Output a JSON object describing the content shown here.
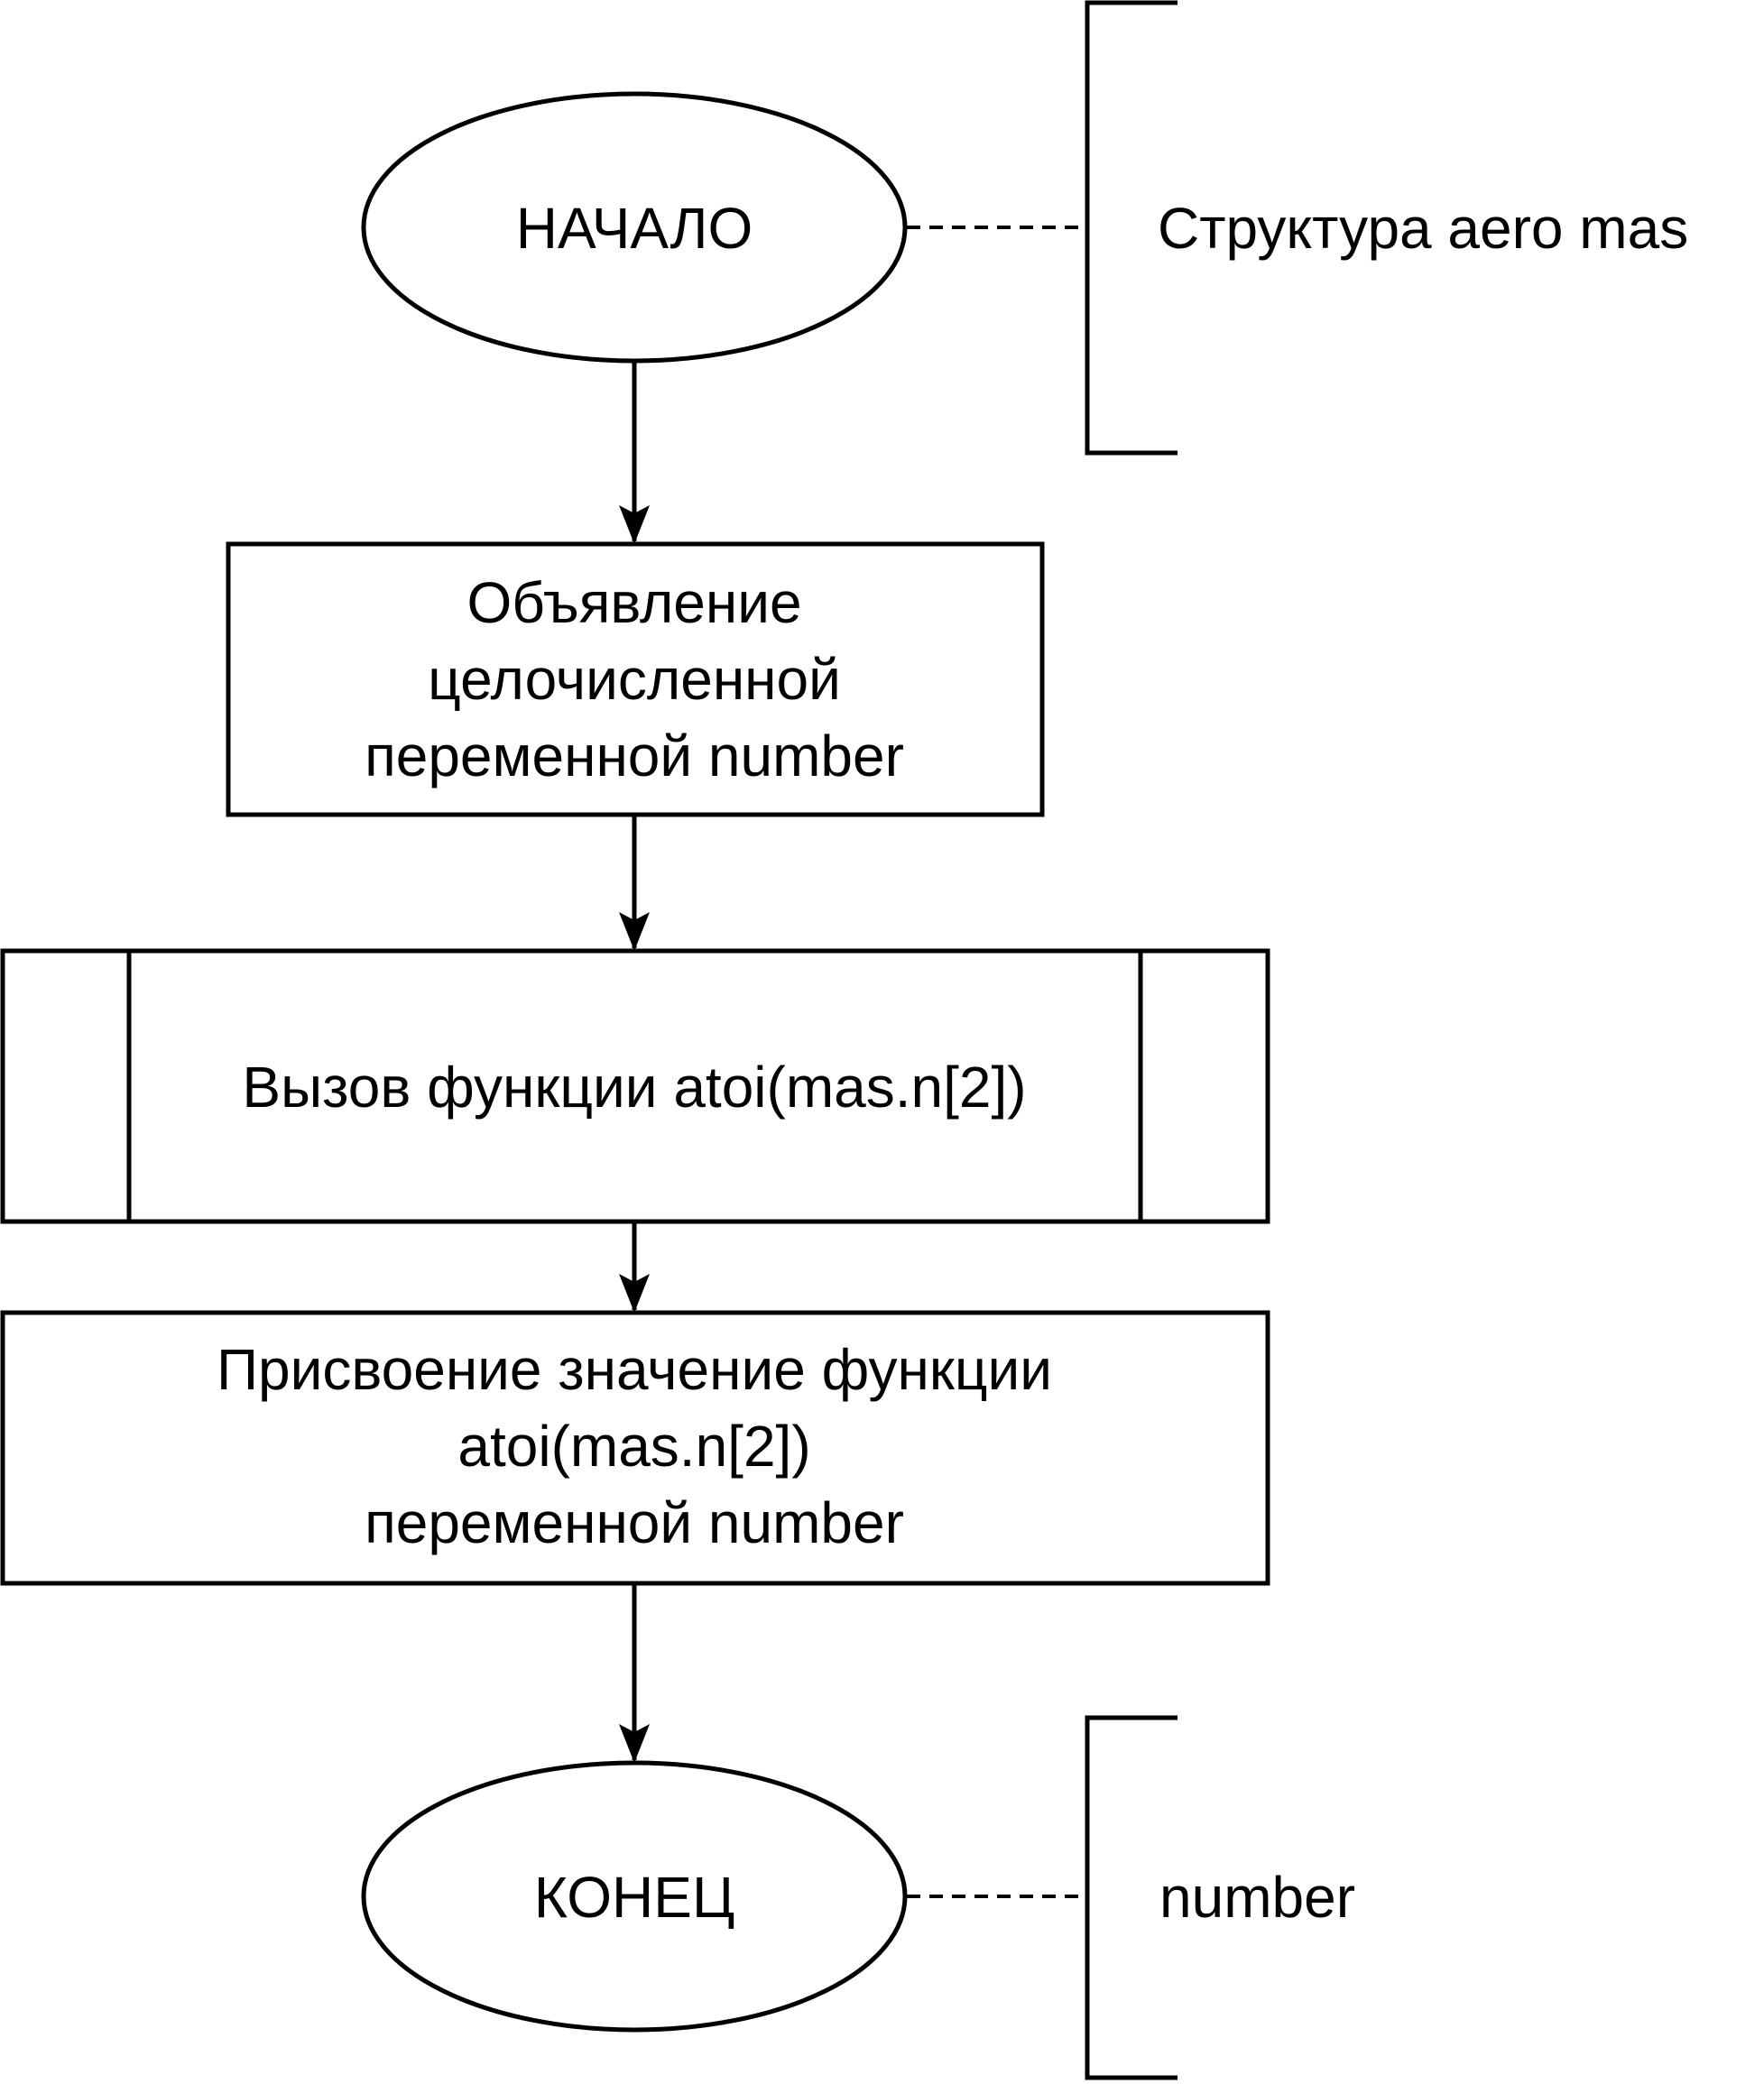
{
  "diagram": {
    "start_label": "НАЧАЛО",
    "declare_lines": [
      "Объявление",
      "целочисленной",
      "переменной number"
    ],
    "call_label": "Вызов функции atoi(mas.n[2])",
    "assign_lines": [
      "Присвоение значение функции",
      "atoi(mas.n[2])",
      "переменной number"
    ],
    "end_label": "КОНЕЦ",
    "input_annotation": "Структура aero mas",
    "output_annotation": "number"
  },
  "colors": {
    "stroke": "#000000",
    "fill": "#ffffff"
  }
}
